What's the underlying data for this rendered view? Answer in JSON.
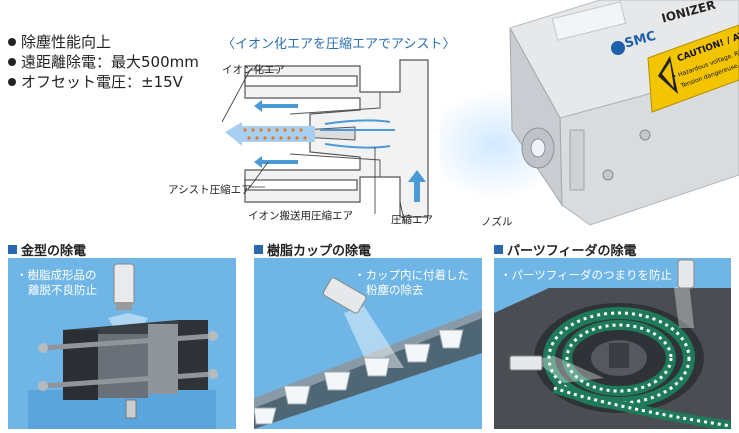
{
  "features": [
    "除塵性能向上",
    "遠距離除電：最大500mm",
    "オフセット電圧：±15V"
  ],
  "diagram": {
    "title": "〈イオン化エアを圧縮エアでアシスト〉",
    "labels": {
      "ionized_air": "イオン化エア",
      "assist_air": "アシスト圧縮エア",
      "ion_transport_air": "イオン搬送用圧縮エア",
      "compressed_air": "圧縮エア",
      "nozzle": "ノズル"
    }
  },
  "product": {
    "brand": "SMC",
    "name": "IONIZER",
    "caution": "CAUTION! / ATTE",
    "warning_line1": "• Hazardous voltage. Risk of ele",
    "warning_line2": "Tension dangereuse. Risque d"
  },
  "panels": [
    {
      "title": "金型の除電",
      "note": [
        "・樹脂成形品の",
        "離脱不良防止"
      ]
    },
    {
      "title": "樹脂カップの除電",
      "note": [
        "・カップ内に付着した",
        "粉塵の除去"
      ]
    },
    {
      "title": "パーツフィーダの除電",
      "note": [
        "・パーツフィーダのつまりを防止"
      ]
    }
  ],
  "colors": {
    "accent_blue": "#2b66b0",
    "panel_sky": "#6fb6e6",
    "caution_yellow": "#f3c400",
    "airflow_blue": "#4b9ad8",
    "ion_orange": "#e07a2e"
  }
}
